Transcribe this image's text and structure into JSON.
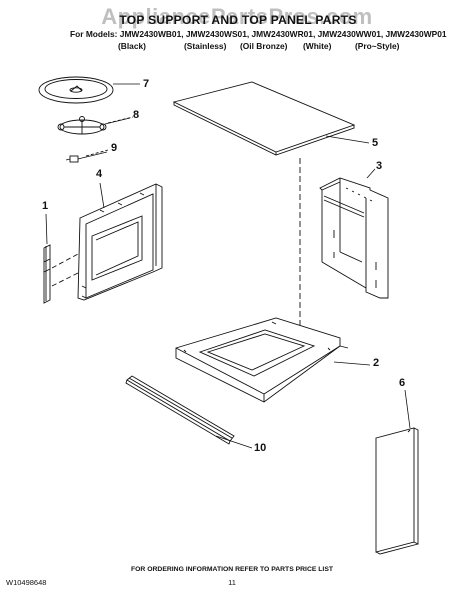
{
  "watermark": "AppliancePartsPros.com",
  "header": {
    "title": "TOP SUPPORT AND TOP PANEL PARTS",
    "models_line": "For Models: JMW2430WB01, JMW2430WS01, JMW2430WR01, JMW2430WW01, JMW2430WP01",
    "finishes": [
      "(Black)",
      "(Stainless)",
      "(Oil Bronze)",
      "(White)",
      "(Pro~Style)"
    ]
  },
  "callouts": {
    "c1": "1",
    "c2": "2",
    "c3": "3",
    "c4": "4",
    "c5": "5",
    "c6": "6",
    "c7": "7",
    "c8": "8",
    "c9": "9",
    "c10": "10"
  },
  "footer": {
    "order_info": "FOR ORDERING INFORMATION REFER TO PARTS PRICE LIST",
    "doc_number": "W10498648",
    "page_number": "11"
  }
}
